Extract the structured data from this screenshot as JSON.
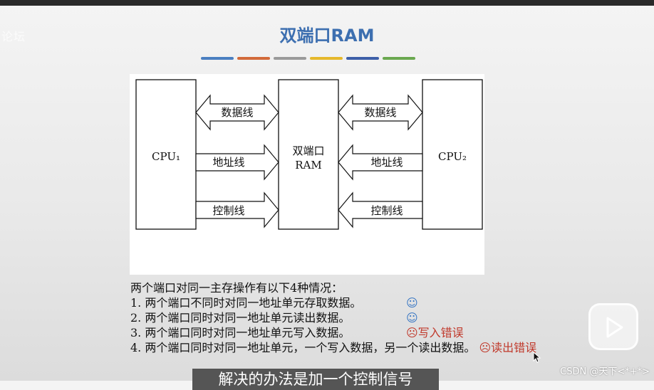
{
  "watermark": {
    "text": "论坛"
  },
  "slide": {
    "title": "双端口RAM",
    "bar_colors": [
      "#4a7fc1",
      "#d26a3a",
      "#9a9a9a",
      "#e5b82b",
      "#3d5fa8",
      "#6aa84f"
    ]
  },
  "diagram": {
    "cpu1": "CPU₁",
    "cpu2": "CPU₂",
    "ram_line1": "双端口",
    "ram_line2": "RAM",
    "left": {
      "data": "数据线",
      "addr": "地址线",
      "ctrl": "控制线"
    },
    "right": {
      "data": "数据线",
      "addr": "地址线",
      "ctrl": "控制线"
    }
  },
  "cases": {
    "intro": "两个端口对同一主存操作有以下4种情况：",
    "items": [
      {
        "text": "1. 两个端口不同时对同一地址单元存取数据。",
        "mark": "☺"
      },
      {
        "text": "2. 两个端口同时对同一地址单元读出数据。",
        "mark": "☺"
      },
      {
        "text": "3. 两个端口同时对同一地址单元写入数据。",
        "mark": "☹写入错误"
      },
      {
        "text": "4. 两个端口同时对同一地址单元，一个写入数据，另一个读出数据。",
        "mark": "☹读出错误"
      }
    ]
  },
  "subtitle": "解决的办法是加一个控制信号",
  "csdn": "CSDN @天下<*+*>"
}
